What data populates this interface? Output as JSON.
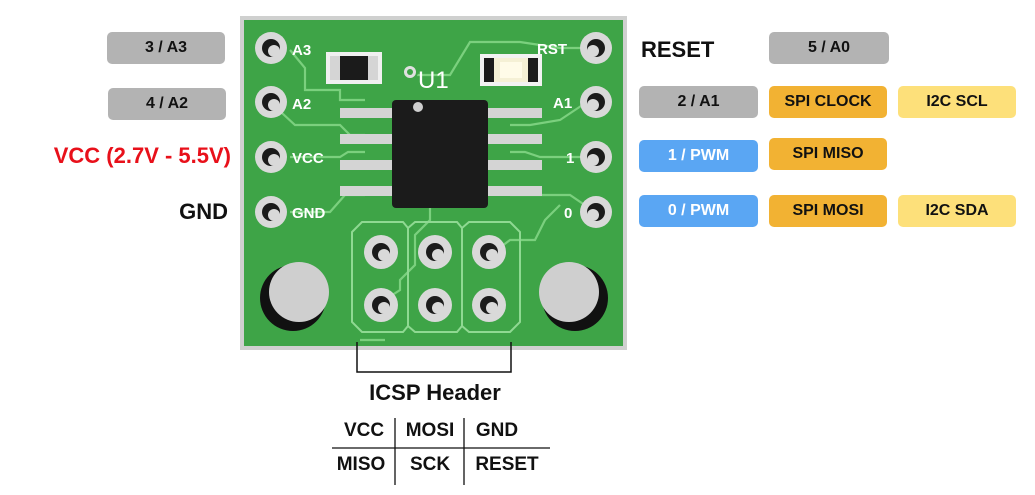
{
  "left_labels": {
    "a3": "3 / A3",
    "a2": "4 / A2",
    "vcc": "VCC (2.7V - 5.5V)",
    "gnd": "GND"
  },
  "right_labels": {
    "reset": "RESET",
    "a0": "5 / A0",
    "a1": "2 / A1",
    "spi_clock": "SPI CLOCK",
    "i2c_scl": "I2C SCL",
    "pwm1": "1 / PWM",
    "spi_miso": "SPI MISO",
    "pwm0": "0 / PWM",
    "spi_mosi": "SPI MOSI",
    "i2c_sda": "I2C SDA"
  },
  "silkscreen": {
    "a3": "A3",
    "a2": "A2",
    "vcc": "VCC",
    "gnd": "GND",
    "rst": "RST",
    "a1": "A1",
    "one": "1",
    "zero": "0",
    "chip": "U1"
  },
  "icsp": {
    "title": "ICSP Header",
    "rows": [
      [
        "VCC",
        "MOSI",
        "GND"
      ],
      [
        "MISO",
        "SCK",
        "RESET"
      ]
    ]
  },
  "colors": {
    "pcb": "#3ea447",
    "pcb_edge": "#cfd0cf",
    "trace": "#7bd07e",
    "pad": "#d9d9d9",
    "chip": "#1b1b1b",
    "label_gray": "#b3b3b3",
    "label_blue": "#5aa6f3",
    "label_orange": "#f2b233",
    "label_yellow": "#fde07a",
    "vcc_red": "#e8101a"
  }
}
